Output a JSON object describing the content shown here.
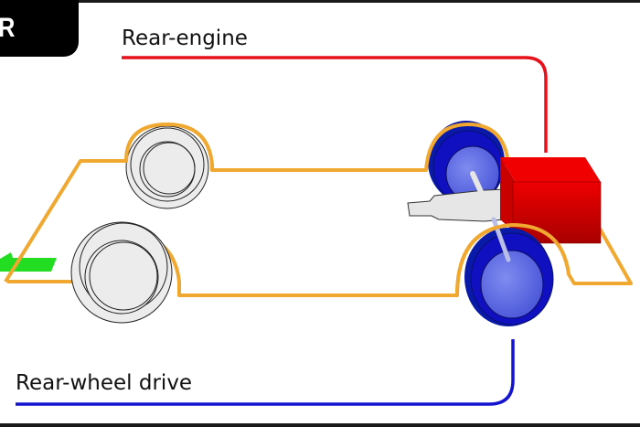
{
  "badge": {
    "text": "R"
  },
  "labels": {
    "engine": "Rear-engine",
    "drive": "Rear-wheel drive"
  },
  "colors": {
    "engine_line": "#e8101a",
    "drive_line": "#1414d0",
    "chassis_outline": "#f0a830",
    "engine_block": "#e00000",
    "driven_wheel": "#1010c0",
    "driven_wheel_hub": "#6070e0",
    "free_wheel": "#ececec",
    "direction_arrow": "#22dd22"
  },
  "icons": {
    "direction": "arrow-left-icon"
  }
}
